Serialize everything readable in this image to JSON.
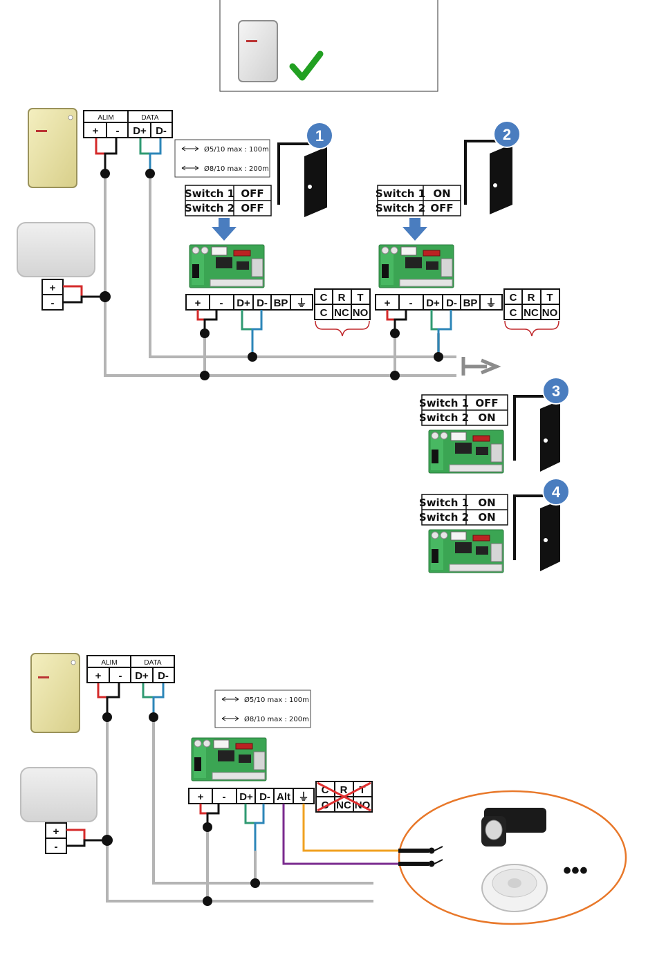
{
  "colors": {
    "power_positive": "#d42a2a",
    "power_negative": "#111111",
    "data_d_plus": "#2f9a72",
    "data_d_minus": "#2c86b8",
    "bus_cable": "#b4b4b4",
    "alarm_wire_1": "#7a2a8e",
    "alarm_wire_2": "#f0a020",
    "sensor_ring": "#e8782a",
    "check": "#22a022",
    "bubble": "#4a7dbf",
    "pcb": "#3ba553",
    "cross": "#e03030"
  },
  "icons": [
    "controller-icon",
    "checkmark-icon",
    "power-supply-icon",
    "door-icon",
    "arrow-down-icon",
    "motion-sensor-icon",
    "smoke-detector-icon"
  ],
  "top_terminals": {
    "groups": [
      "ALIM",
      "DATA"
    ],
    "pins": [
      "+",
      "-",
      "D+",
      "D-"
    ]
  },
  "cable_spec": [
    "Ø5/10 max : 100m",
    "Ø8/10 max : 200m"
  ],
  "psu_pins": [
    "+",
    "-"
  ],
  "relay_terminal_row": [
    "+",
    "-",
    "D+",
    "D-",
    "BP",
    "⏚"
  ],
  "relay_contacts": {
    "top": [
      "C",
      "R",
      "T"
    ],
    "bottom": [
      "C",
      "NC",
      "NO"
    ]
  },
  "input_terminal_row": [
    "+",
    "-",
    "D+",
    "D-",
    "Alt",
    "⏚"
  ],
  "doors": [
    {
      "number": "1",
      "switch1_label": "Switch 1",
      "switch1": "OFF",
      "switch2_label": "Switch 2",
      "switch2": "OFF"
    },
    {
      "number": "2",
      "switch1_label": "Switch 1",
      "switch1": "ON",
      "switch2_label": "Switch 2",
      "switch2": "OFF"
    },
    {
      "number": "3",
      "switch1_label": "Switch 1",
      "switch1": "OFF",
      "switch2_label": "Switch 2",
      "switch2": "ON"
    },
    {
      "number": "4",
      "switch1_label": "Switch 1",
      "switch1": "ON",
      "switch2_label": "Switch 2",
      "switch2": "ON"
    }
  ],
  "sensors_more": "•••"
}
